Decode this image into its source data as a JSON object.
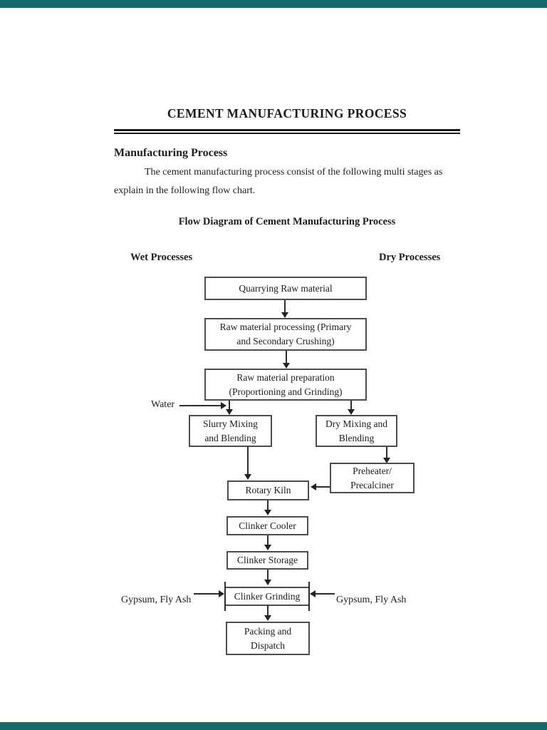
{
  "document": {
    "title": "CEMENT MANUFACTURING PROCESS",
    "section_heading": "Manufacturing Process",
    "paragraph": {
      "line1": "The cement manufacturing process consist of the following multi stages as",
      "line2": "explain in the following flow chart."
    },
    "diagram_title": "Flow Diagram of Cement Manufacturing Process",
    "column_labels": {
      "left": "Wet Processes",
      "right": "Dry Processes"
    }
  },
  "flowchart": {
    "boxes": [
      {
        "id": "quarrying",
        "lines": [
          "Quarrying Raw material"
        ]
      },
      {
        "id": "raw-processing",
        "lines": [
          "Raw material processing (Primary",
          "and Secondary Crushing)"
        ]
      },
      {
        "id": "raw-preparation",
        "lines": [
          "Raw material preparation",
          "(Proportioning and Grinding)"
        ]
      },
      {
        "id": "slurry-mixing",
        "lines": [
          "Slurry Mixing",
          "and Blending"
        ]
      },
      {
        "id": "dry-mixing",
        "lines": [
          "Dry Mixing and",
          "Blending"
        ]
      },
      {
        "id": "preheater",
        "lines": [
          "Preheater/",
          "Precalciner"
        ]
      },
      {
        "id": "rotary-kiln",
        "lines": [
          "Rotary Kiln"
        ]
      },
      {
        "id": "clinker-cooler",
        "lines": [
          "Clinker Cooler"
        ]
      },
      {
        "id": "clinker-storage",
        "lines": [
          "Clinker Storage"
        ]
      },
      {
        "id": "clinker-grinding",
        "lines": [
          "Clinker Grinding"
        ]
      },
      {
        "id": "packing",
        "lines": [
          "Packing and",
          "Dispatch"
        ]
      }
    ],
    "input_labels": {
      "water": "Water",
      "gypsum_left": "Gypsum, Fly Ash",
      "gypsum_right": "Gypsum, Fly Ash"
    }
  },
  "colors": {
    "edge_bar": "#166a6e",
    "page_background": "#ffffff",
    "text": "#1e1e1e",
    "box_border": "#4d4d4d",
    "connector": "#2e2e2e"
  }
}
